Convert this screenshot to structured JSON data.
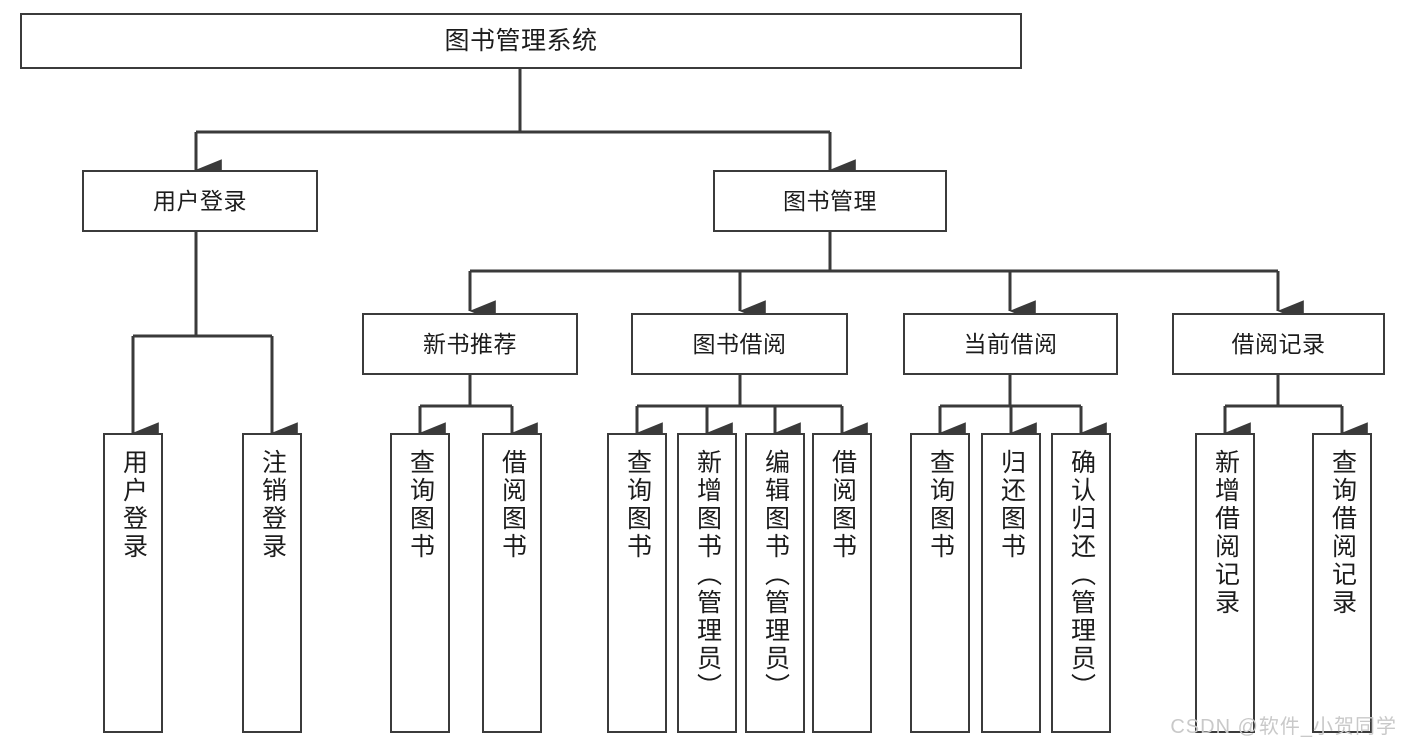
{
  "diagram": {
    "type": "tree-hierarchy-chart",
    "title_box": {
      "label": "图书管理系统"
    },
    "level1": [
      {
        "id": "user-login",
        "label": "用户登录"
      },
      {
        "id": "book-management",
        "label": "图书管理"
      }
    ],
    "level2": [
      {
        "id": "new-book-recommend",
        "label": "新书推荐"
      },
      {
        "id": "book-borrow",
        "label": "图书借阅"
      },
      {
        "id": "current-borrow",
        "label": "当前借阅"
      },
      {
        "id": "borrow-record",
        "label": "借阅记录"
      }
    ],
    "leaves": {
      "user_login": [
        {
          "id": "leaf-user-login",
          "label": "用户登录"
        },
        {
          "id": "leaf-logout-login",
          "label": "注销登录"
        }
      ],
      "new_book_recommend": [
        {
          "id": "leaf-query-book-1",
          "label": "查询图书"
        },
        {
          "id": "leaf-borrow-book-1",
          "label": "借阅图书"
        }
      ],
      "book_borrow": [
        {
          "id": "leaf-query-book-2",
          "label": "查询图书"
        },
        {
          "id": "leaf-add-book-admin",
          "label": "新增图书（管理员）"
        },
        {
          "id": "leaf-edit-book-admin",
          "label": "编辑图书（管理员）"
        },
        {
          "id": "leaf-borrow-book-2",
          "label": "借阅图书"
        }
      ],
      "current_borrow": [
        {
          "id": "leaf-query-book-3",
          "label": "查询图书"
        },
        {
          "id": "leaf-return-book",
          "label": "归还图书"
        },
        {
          "id": "leaf-confirm-return-admin",
          "label": "确认归还（管理员）"
        }
      ],
      "borrow_record": [
        {
          "id": "leaf-add-borrow-record",
          "label": "新增借阅记录"
        },
        {
          "id": "leaf-query-borrow-record",
          "label": "查询借阅记录"
        }
      ]
    },
    "watermark": "CSDN @软件_小贺同学",
    "colors": {
      "box_border": "#3b3b3b",
      "connector": "#3a3a3a",
      "background": "#ffffff",
      "text": "#1c1c1c",
      "watermark": "#c9c9c9"
    }
  }
}
